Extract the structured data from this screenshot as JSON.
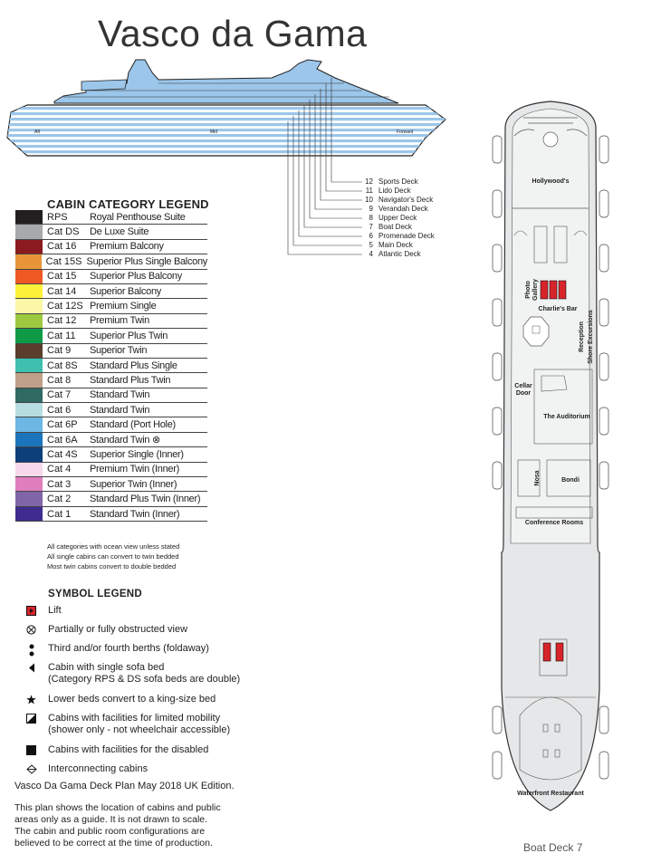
{
  "title": "Vasco da Gama",
  "ship_labels": {
    "aft": "Aft",
    "mid": "Mid",
    "forward": "Forward"
  },
  "decks": [
    {
      "num": "12",
      "name": "Sports Deck"
    },
    {
      "num": "11",
      "name": "Lido Deck"
    },
    {
      "num": "10",
      "name": "Navigator's Deck"
    },
    {
      "num": "9",
      "name": "Verandah Deck"
    },
    {
      "num": "8",
      "name": "Upper Deck"
    },
    {
      "num": "7",
      "name": "Boat Deck"
    },
    {
      "num": "6",
      "name": "Promenade Deck"
    },
    {
      "num": "5",
      "name": "Main Deck"
    },
    {
      "num": "4",
      "name": "Atlantic Deck"
    }
  ],
  "cabin_legend": {
    "title": "CABIN CATEGORY LEGEND",
    "items": [
      {
        "code": "RPS",
        "desc": "Royal Penthouse Suite",
        "color": "#231f20"
      },
      {
        "code": "Cat DS",
        "desc": "De Luxe Suite",
        "color": "#a7a9ac"
      },
      {
        "code": "Cat 16",
        "desc": "Premium Balcony",
        "color": "#8b1a1e"
      },
      {
        "code": "Cat 15S",
        "desc": "Superior Plus Single Balcony",
        "color": "#e8953a"
      },
      {
        "code": "Cat 15",
        "desc": "Superior Plus Balcony",
        "color": "#ef5a24"
      },
      {
        "code": "Cat 14",
        "desc": "Superior Balcony",
        "color": "#fff23a"
      },
      {
        "code": "Cat 12S",
        "desc": "Premium Single",
        "color": "#fbf7a6"
      },
      {
        "code": "Cat 12",
        "desc": "Premium Twin",
        "color": "#9dc940"
      },
      {
        "code": "Cat 11",
        "desc": "Superior Plus Twin",
        "color": "#0f9a48"
      },
      {
        "code": "Cat 9",
        "desc": "Superior Twin",
        "color": "#5a3d2b"
      },
      {
        "code": "Cat 8S",
        "desc": "Standard Plus Single",
        "color": "#3fbfad"
      },
      {
        "code": "Cat 8",
        "desc": "Standard Plus Twin",
        "color": "#c1a08a"
      },
      {
        "code": "Cat 7",
        "desc": "Standard Twin",
        "color": "#2f6a63"
      },
      {
        "code": "Cat 6",
        "desc": "Standard Twin",
        "color": "#b8dde0"
      },
      {
        "code": "Cat 6P",
        "desc": "Standard (Port Hole)",
        "color": "#6db7e4"
      },
      {
        "code": "Cat 6A",
        "desc": "Standard Twin ⊗",
        "color": "#1c75bc"
      },
      {
        "code": "Cat 4S",
        "desc": "Superior Single (Inner)",
        "color": "#0d3f7a"
      },
      {
        "code": "Cat 4",
        "desc": "Premium Twin (Inner)",
        "color": "#f6d9ea"
      },
      {
        "code": "Cat 3",
        "desc": "Superior Twin (Inner)",
        "color": "#e07fbd"
      },
      {
        "code": "Cat 2",
        "desc": "Standard Plus Twin (Inner)",
        "color": "#8065a8"
      },
      {
        "code": "Cat 1",
        "desc": "Standard Twin (Inner)",
        "color": "#3e2d8f"
      }
    ]
  },
  "notes": [
    "All categories with ocean view unless stated",
    "All single cabins can convert to twin bedded",
    "Most twin cabins convert to double bedded"
  ],
  "symbol_legend": {
    "title": "SYMBOL LEGEND",
    "items": [
      {
        "icon": "lift-icon",
        "text": "Lift",
        "text2": ""
      },
      {
        "icon": "obstructed-view-icon",
        "text": "Partially or fully obstructed view",
        "text2": ""
      },
      {
        "icon": "extra-berths-icon",
        "text": "Third and/or fourth berths (foldaway)",
        "text2": ""
      },
      {
        "icon": "sofa-bed-icon",
        "text": "Cabin with single sofa bed",
        "text2": "(Category RPS & DS sofa beds are double)"
      },
      {
        "icon": "star-icon",
        "text": "Lower beds convert to a king-size bed",
        "text2": ""
      },
      {
        "icon": "limited-mobility-icon",
        "text": "Cabins with facilities for limited mobility",
        "text2": "(shower only - not wheelchair accessible)"
      },
      {
        "icon": "disabled-icon",
        "text": "Cabins with facilities for the disabled",
        "text2": ""
      },
      {
        "icon": "interconnecting-icon",
        "text": "Interconnecting cabins",
        "text2": ""
      }
    ]
  },
  "edition": "Vasco Da Gama Deck Plan May 2018 UK Edition.",
  "disclaimer": [
    "This plan shows the location of cabins and public",
    "areas only as a guide. It is not drawn to scale.",
    "The cabin and public room configurations are",
    "believed to be correct at the time of production."
  ],
  "deck_plan": {
    "caption": "Boat Deck 7",
    "rooms": {
      "hollywoods": "Hollywood's",
      "photo_gallery_1": "Photo",
      "photo_gallery_2": "Gallery",
      "charlies_bar": "Charlie's Bar",
      "reception": "Reception",
      "shore_excursions": "Shore Excursions",
      "cellar_door_1": "Cellar",
      "cellar_door_2": "Door",
      "auditorium": "The Auditorium",
      "nosa": "Nosa",
      "bondi": "Bondi",
      "conference_rooms": "Conference Rooms",
      "waterfront_restaurant": "Waterfront Restaurant"
    }
  },
  "colors": {
    "hull_stripe": "#9cc6ea",
    "lift_red": "#d7242a"
  }
}
